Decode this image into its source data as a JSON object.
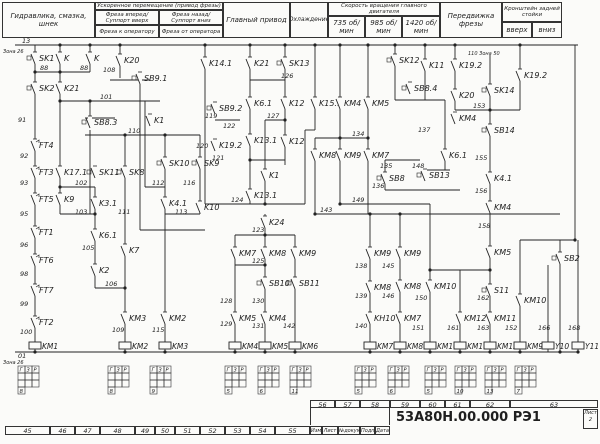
{
  "header": {
    "hydraulics": "Гидравлика, смазка, шнек",
    "rapid_title": "Ускоренное перемещение (привод фрезы)",
    "rapid_fwd": "Фреза вперед/Суппорт вверх",
    "rapid_back": "Фреза назад/Суппорт вниз",
    "rapid_to_op": "Фреза к оператору",
    "rapid_from_op": "Фреза от оператора",
    "main_drive": "Главный привод",
    "cooling": "Охлаждение",
    "speed_title": "Скорость вращения главного двигателя",
    "speed_1": "735 об/мин",
    "speed_2": "985 об/мин",
    "speed_3": "1420 об/мин",
    "mill_shift": "Передвижка фрезы",
    "bracket": "Кронштейн задней стойки",
    "up": "вверх",
    "down": "вниз"
  },
  "zones": {
    "top": "Зона 26",
    "bottom": "Зона 26",
    "zone50": "110 Зона 50"
  },
  "contacts": [
    "SK1",
    "K",
    "K",
    "K20",
    "SK2",
    "K21",
    "SB9.1",
    "SB8.3",
    "K1",
    "FT4",
    "FT3",
    "K17.1",
    "SK11",
    "SK8",
    "SK10",
    "SK9",
    "FT5",
    "K9",
    "K3.1",
    "K4.1",
    "K10",
    "FT1",
    "K6.1",
    "K7",
    "FT6",
    "K2",
    "FT7",
    "FT2",
    "KM3",
    "KM2",
    "K14.1",
    "K21",
    "SK13",
    "SB9.2",
    "K6.1",
    "K12",
    "K15.1",
    "KM4",
    "KM5",
    "K19.2",
    "K13.1",
    "K12",
    "KM8",
    "KM9",
    "KM7",
    "K13.1",
    "K1",
    "SB8",
    "SK12",
    "K11",
    "SB8.4",
    "K19.2",
    "K20",
    "KM4",
    "SK14",
    "K19.2",
    "K6.1",
    "SB14",
    "SB13",
    "K4.1",
    "KM4",
    "K24",
    "KM7",
    "KM8",
    "KM9",
    "SB10",
    "SB11",
    "KM5",
    "KM4",
    "KM9",
    "KM8",
    "KH10",
    "KM5",
    "KM9",
    "KM10",
    "KM8",
    "S11",
    "KM7",
    "KM12",
    "KM11",
    "KM10",
    "SB2"
  ],
  "coils": [
    "KM1",
    "KM2",
    "KM3",
    "KM4",
    "KM5",
    "KM6",
    "KM7",
    "KM8",
    "KM10",
    "KM11",
    "KM12",
    "KM9",
    "Y10",
    "Y11"
  ],
  "wires": [
    "13",
    "88",
    "91",
    "92",
    "93",
    "95",
    "96",
    "98",
    "99",
    "100",
    "01",
    "101",
    "110",
    "102",
    "103",
    "111",
    "112",
    "116",
    "113",
    "105",
    "106",
    "109",
    "115",
    "108",
    "126",
    "122",
    "120",
    "119",
    "121",
    "124",
    "127",
    "134",
    "149",
    "143",
    "135",
    "136",
    "137",
    "148",
    "153",
    "155",
    "156",
    "123",
    "125",
    "128",
    "130",
    "129",
    "131",
    "142",
    "138",
    "139",
    "140",
    "145",
    "146",
    "150",
    "151",
    "158",
    "162",
    "161",
    "163",
    "152",
    "166",
    "168",
    "88"
  ],
  "ref_tables": [
    "8",
    "8",
    "9",
    "5",
    "6",
    "11",
    "5",
    "6",
    "5",
    "10",
    "13",
    "7"
  ],
  "table_header": [
    "Г",
    "З",
    "Р"
  ],
  "bottom_zones": [
    "45",
    "46",
    "47",
    "48",
    "49",
    "50",
    "51",
    "52",
    "53",
    "54",
    "55"
  ],
  "title_block": {
    "zones": [
      "56",
      "57",
      "58",
      "59",
      "60",
      "61",
      "62",
      "63"
    ],
    "cols": [
      "Изм",
      "Лист",
      "№докум",
      "Подп",
      "Дата"
    ],
    "doc_number": "53А80Н.00.000 РЭ1",
    "sheet_label": "Лист",
    "sheet": "2"
  }
}
